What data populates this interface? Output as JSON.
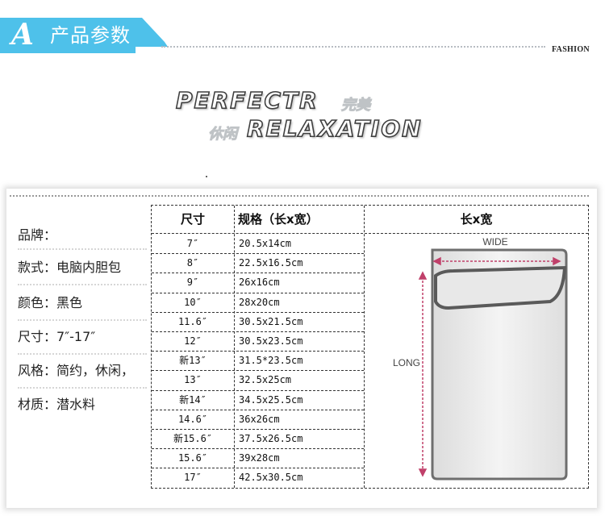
{
  "banner": {
    "letter": "A",
    "title": "产品参数",
    "tag": "FASHION",
    "color": "#4ec1ea"
  },
  "slogan": {
    "line1": "PERFECTR",
    "line1_cn": "完美",
    "line2_cn": "休闲",
    "line2": "RELAXATION"
  },
  "properties": [
    {
      "label": "品牌："
    },
    {
      "label": "款式：电脑内胆包"
    },
    {
      "label": "颜色：黑色"
    },
    {
      "label": "尺寸：7″-17″"
    },
    {
      "label": "风格：简约，休闲，"
    },
    {
      "label": "材质：潜水料"
    }
  ],
  "table": {
    "headers": [
      "尺寸",
      "规格（长x宽）",
      "长x宽"
    ],
    "rows": [
      {
        "size": "7″",
        "spec": "20.5x14cm"
      },
      {
        "size": "8″",
        "spec": "22.5x16.5cm"
      },
      {
        "size": "9″",
        "spec": "26x16cm"
      },
      {
        "size": "10″",
        "spec": "28x20cm"
      },
      {
        "size": "11.6″",
        "spec": "30.5x21.5cm"
      },
      {
        "size": "12″",
        "spec": "30.5x23.5cm"
      },
      {
        "size": "新13″",
        "spec": "31.5*23.5cm"
      },
      {
        "size": "13″",
        "spec": "32.5x25cm"
      },
      {
        "size": "新14″",
        "spec": "34.5x25.5cm"
      },
      {
        "size": "14.6″",
        "spec": "36x26cm"
      },
      {
        "size": "新15.6″",
        "spec": "37.5x26.5cm"
      },
      {
        "size": "15.6″",
        "spec": "39x28cm"
      },
      {
        "size": "17″",
        "spec": "42.5x30.5cm"
      }
    ]
  },
  "diagram": {
    "wide_label": "WIDE",
    "long_label": "LONG",
    "arrow_color": "#c0406a"
  }
}
